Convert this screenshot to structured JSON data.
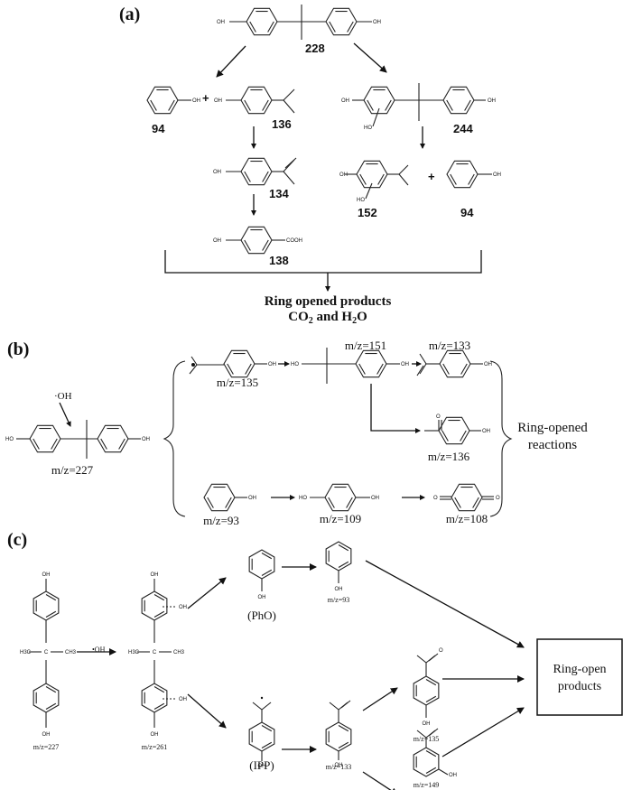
{
  "panels": {
    "a": {
      "label": "(a)",
      "masses": {
        "bpa": "228",
        "phenol_left": "94",
        "isopropylphenol": "136",
        "isopropenylphenol": "134",
        "hydroxybenzoic": "138",
        "hydroxylated_bpa": "244",
        "dihydroxy_cumene": "152",
        "phenol_right": "94"
      },
      "plus": "+",
      "groups": {
        "oh": "OH",
        "ho": "HO",
        "cooh": "COOH"
      },
      "final_line1": "Ring opened products",
      "final_line2_prefix": "CO",
      "final_line2_sub1": "2",
      "final_line2_mid": " and H",
      "final_line2_sub2": "2",
      "final_line2_suffix": "O"
    },
    "b": {
      "label": "(b)",
      "radical": "·OH",
      "masses": {
        "bpa": "m/z=227",
        "m135": "m/z=135",
        "m151": "m/z=151",
        "m133": "m/z=133",
        "m136": "m/z=136",
        "m93": "m/z=93",
        "m109": "m/z=109",
        "m108": "m/z=108"
      },
      "groups": {
        "oh": "OH",
        "ho": "HO",
        "o": "O"
      },
      "result_line1": "Ring-opened",
      "result_line2": "reactions"
    },
    "c": {
      "label": "(c)",
      "reagent": "•OH",
      "masses": {
        "bpa": "m/z=227",
        "m261": "m/z=261",
        "m93": "m/z=93",
        "m133": "m/z=133",
        "m135": "m/z=135",
        "m149": "m/z=149"
      },
      "intermediates": {
        "pho": "(PhO)",
        "ipp": "(IPP)"
      },
      "groups": {
        "oh": "OH",
        "h3c": "H3C",
        "ch3": "CH3",
        "c": "C",
        "o": "O"
      },
      "box_line1": "Ring-open",
      "box_line2": "products"
    }
  }
}
